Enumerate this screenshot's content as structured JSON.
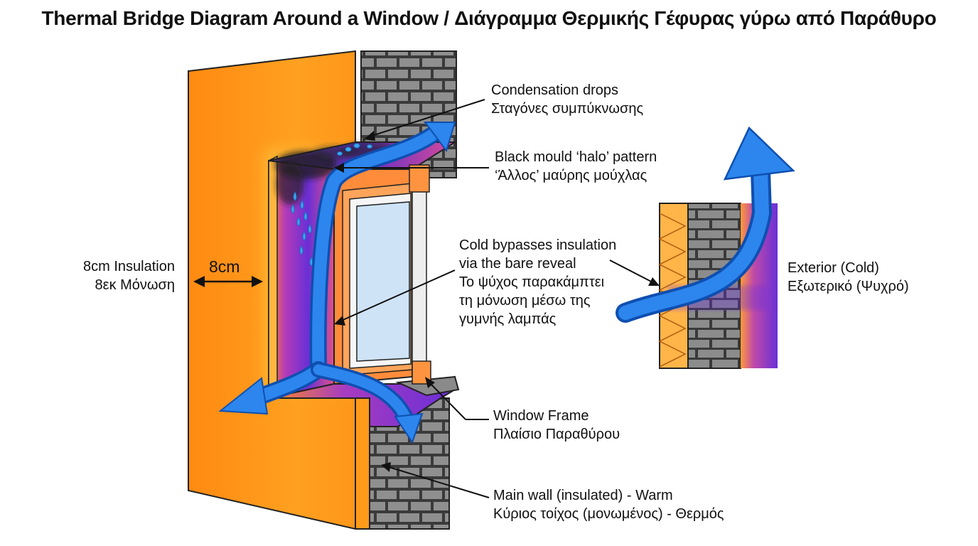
{
  "title": "Thermal Bridge Diagram Around a Window / Διάγραμμα Θερμικής Γέφυρας γύρω από Παράθυρο",
  "labels": {
    "condensation": {
      "en": "Condensation drops",
      "el": "Σταγόνες συμπύκνωσης"
    },
    "mould": {
      "en": "Black mould ‘halo’ pattern",
      "el": "‘Άλλος’ μαύρης μούχλας"
    },
    "bypass": {
      "en1": "Cold bypasses insulation",
      "en2": "via the bare reveal",
      "el1": "Το ψύχος παρακάμπτει",
      "el2": "τη μόνωση μέσω της",
      "el3": "γυμνής λαμπάς"
    },
    "frame": {
      "en": "Window Frame",
      "el": "Πλαίσιο Παραθύρου"
    },
    "main_wall": {
      "en": "Main wall (insulated) - Warm",
      "el": "Κύριος τοίχος (μονωμένος) - Θερμός"
    },
    "insulation": {
      "en": "8cm Insulation",
      "el": "8εκ Μόνωση"
    },
    "exterior": {
      "en": "Exterior (Cold)",
      "el": "Εξωτερικό (Ψυχρό)"
    },
    "dimension": "8cm"
  },
  "colors": {
    "warm": "#ff8c1a",
    "hot": "#ffb52e",
    "cold_blue": "#1e6fe0",
    "purple": "#7a2fd0",
    "brick": "#8e8e8e",
    "glass": "#cfe3f7"
  }
}
